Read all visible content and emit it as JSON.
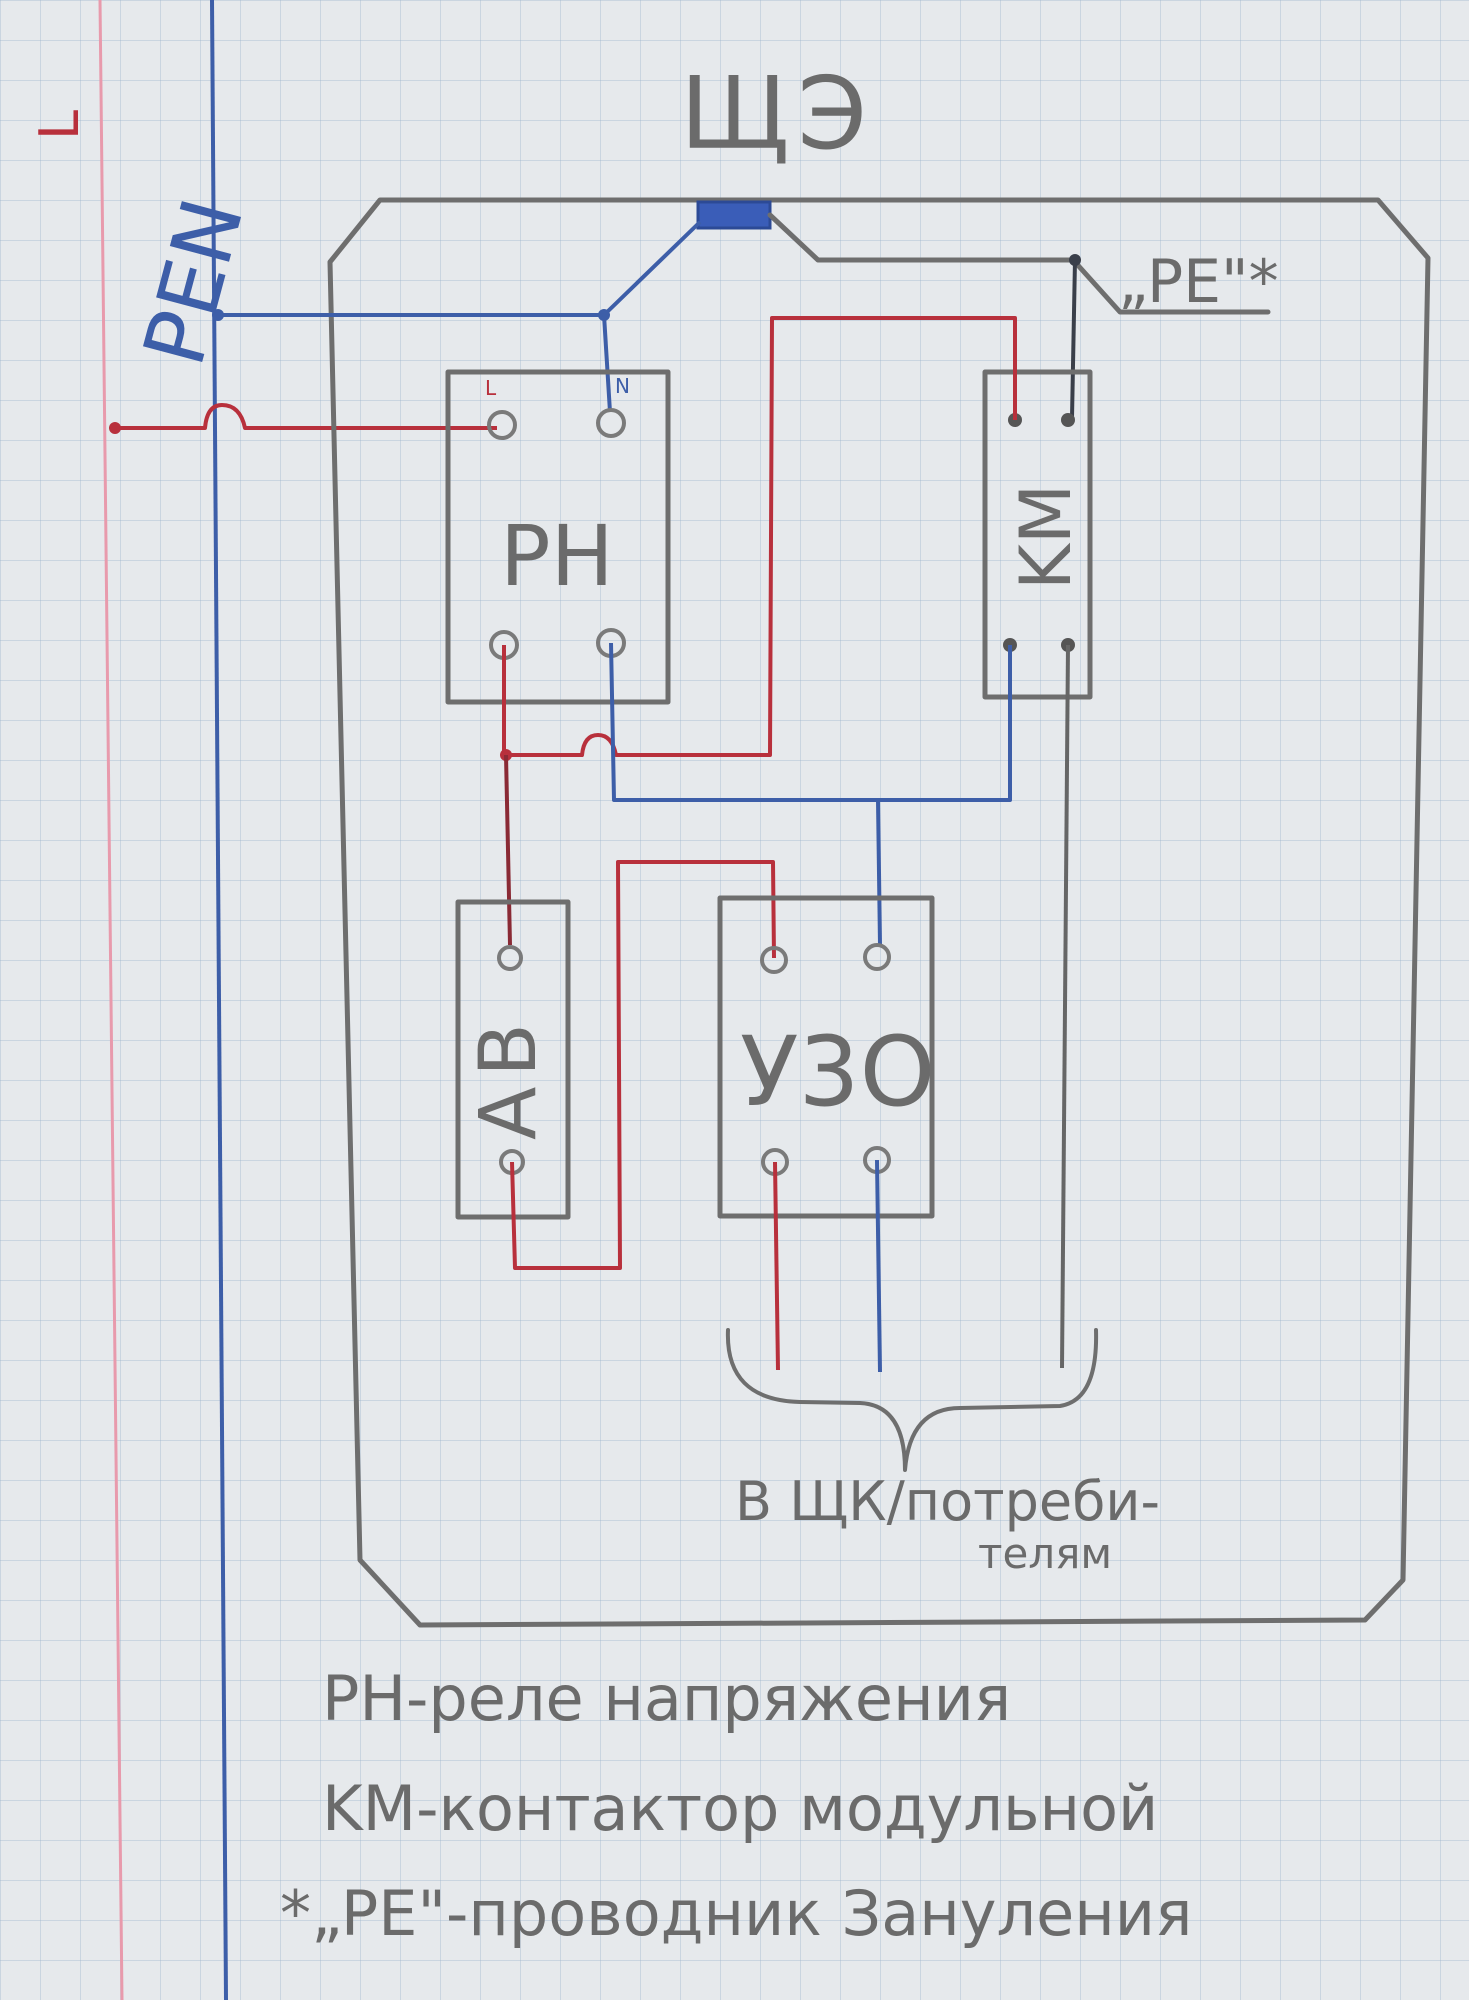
{
  "panel": {
    "title": "ЩЭ"
  },
  "bus": {
    "line_label": "L",
    "pen_label": "PEN",
    "pe_label": "„PE\"*"
  },
  "devices": {
    "voltage_relay": {
      "label": "PH",
      "terminal_in_label": "L",
      "terminal_n_label": "N"
    },
    "contactor": {
      "label": "KM"
    },
    "circuit_breaker": {
      "label": "AB"
    },
    "rcd": {
      "label": "У3О"
    }
  },
  "output_note": {
    "line1": "В ЩК/потреби-",
    "line2": "телям"
  },
  "legend": [
    {
      "text": "PH-реле напряжения"
    },
    {
      "text": "KM-контактор модульной"
    },
    {
      "text": "*„PE\"-проводник Зануления"
    }
  ],
  "colors": {
    "phase": "#b8303c",
    "neutral": "#3d5ea8",
    "pencil": "#6e6e6e",
    "margin_line": "#e89aac"
  }
}
